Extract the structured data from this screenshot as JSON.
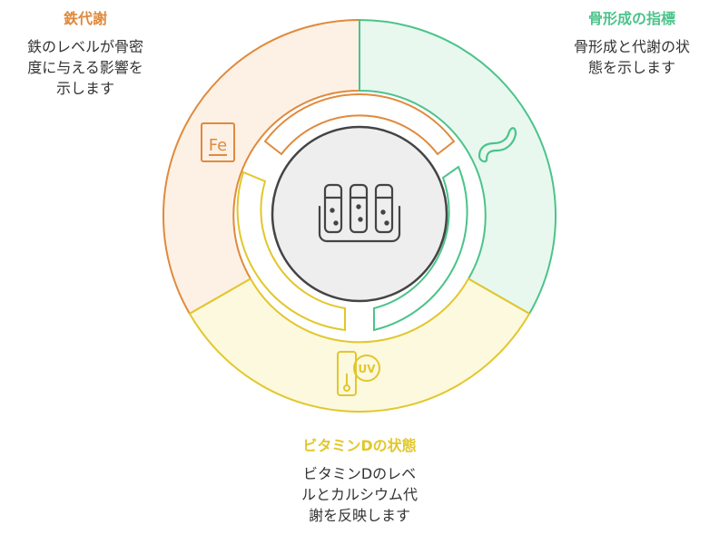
{
  "colors": {
    "iron": "#E08A3C",
    "iron_fill": "#FDF1E6",
    "bone": "#4CC38A",
    "bone_fill": "#E8F8EF",
    "vitd": "#E2C72B",
    "vitd_fill": "#FCF9DF",
    "center_fill": "#EEEEEE",
    "center_stroke": "#444444"
  },
  "segments": {
    "iron": {
      "title": "鉄代謝",
      "desc": [
        "鉄のレベルが骨密",
        "度に与える影響を",
        "示します"
      ],
      "icon": "fe-icon"
    },
    "bone": {
      "title": "骨形成の指標",
      "desc": [
        "骨形成と代謝の状",
        "態を示します"
      ],
      "icon": "worm-icon"
    },
    "vitd": {
      "title": "ビタミンDの状態",
      "desc": [
        "ビタミンDのレベ",
        "ルとカルシウム代",
        "謝を反映します"
      ],
      "icon": "uv-meter-icon"
    }
  },
  "icons": {
    "fe_text": "Fe",
    "uv_text": "UV"
  },
  "center": {
    "icon": "test-tubes-icon"
  }
}
